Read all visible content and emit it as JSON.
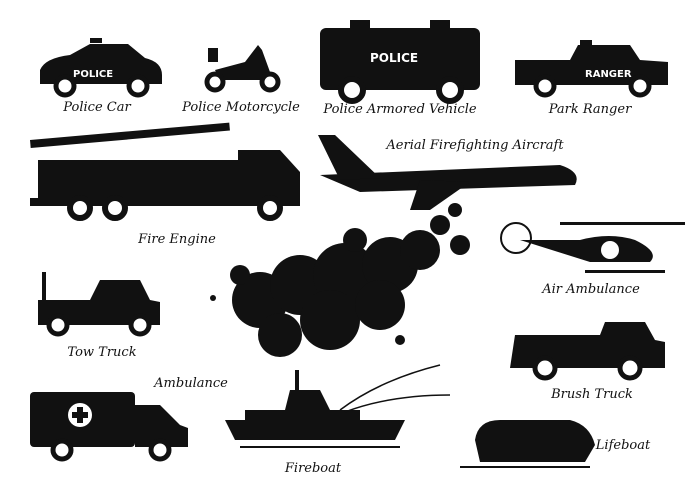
{
  "labels": {
    "police_car": "Police Car",
    "police_motorcycle": "Police Motorcycle",
    "police_armored_vehicle": "Police Armored Vehicle",
    "park_ranger": "Park Ranger",
    "aerial_firefighting_aircraft": "Aerial Firefighting Aircraft",
    "fire_engine": "Fire Engine",
    "air_ambulance": "Air Ambulance",
    "tow_truck": "Tow Truck",
    "ambulance": "Ambulance",
    "brush_truck": "Brush Truck",
    "lifeboat": "Lifeboat",
    "fireboat": "Fireboat"
  },
  "vehicle_text": {
    "police_car": "POLICE",
    "armored": "POLICE",
    "ranger": "RANGER"
  },
  "colors": {
    "ink": "#111111",
    "background": "#ffffff"
  }
}
